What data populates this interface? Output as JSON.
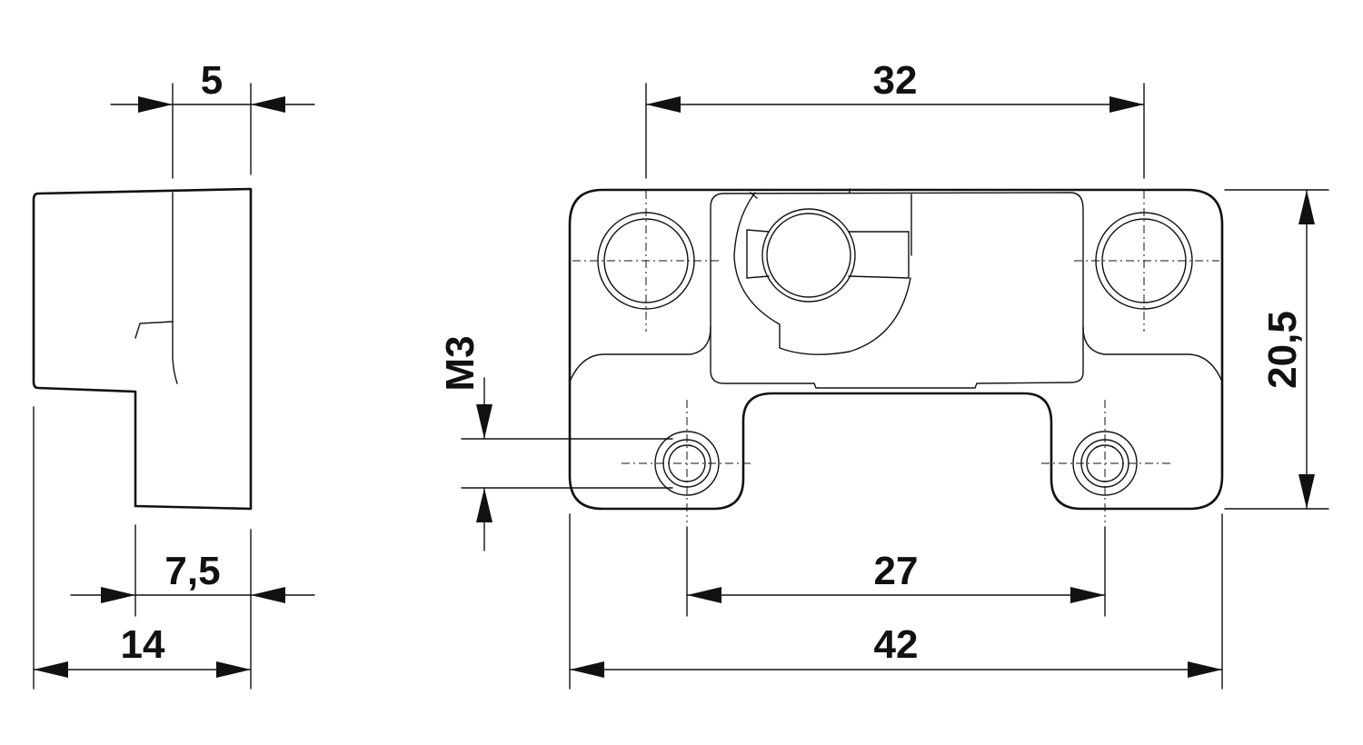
{
  "dimensions": {
    "side_top_width": "5",
    "side_base_width": "7,5",
    "side_total_width": "14",
    "thread": "M3",
    "hole_spacing_top": "32",
    "height": "20,5",
    "hole_spacing_bottom": "27",
    "total_width": "42"
  },
  "colors": {
    "line": "#111111",
    "background": "#ffffff"
  }
}
